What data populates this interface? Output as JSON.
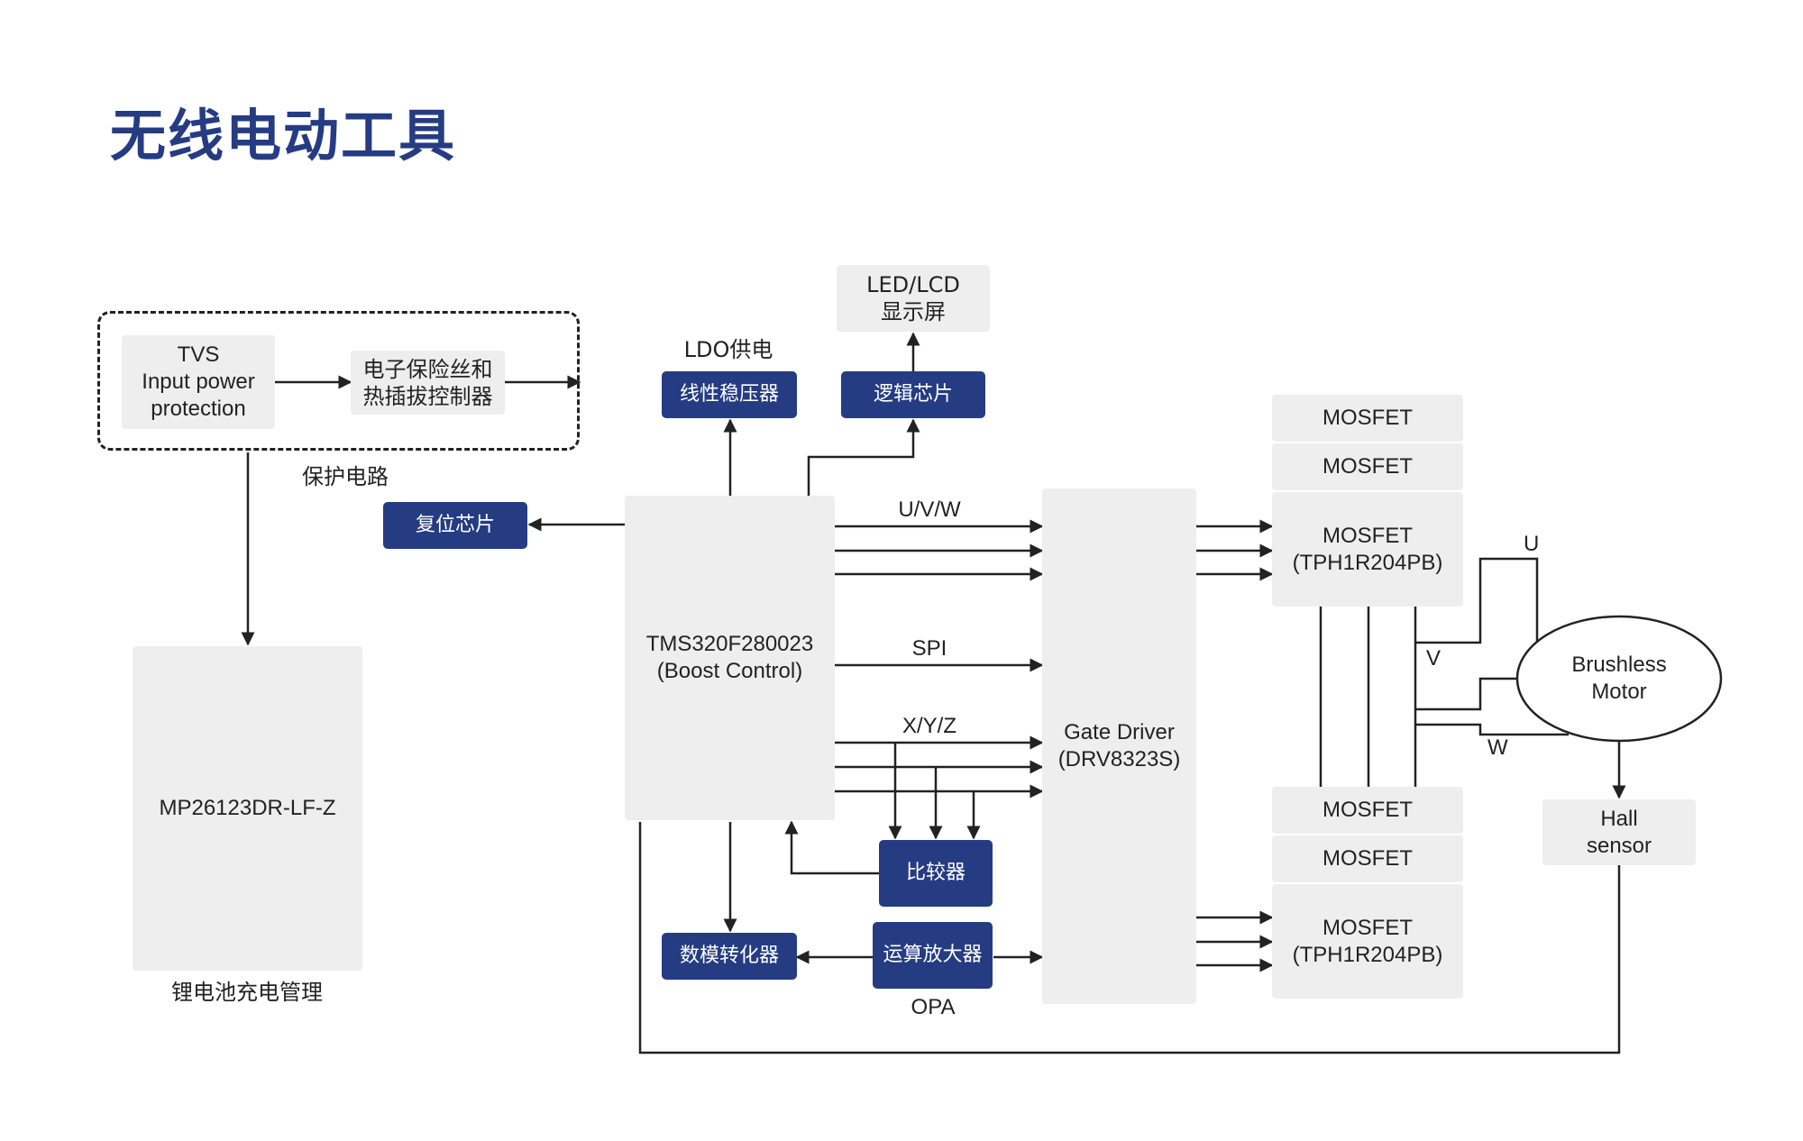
{
  "title": "无线电动工具",
  "colors": {
    "accent": "#253c83",
    "block": "#eeeeee",
    "line": "#222222"
  },
  "protection": {
    "tvs": [
      "TVS",
      "Input power",
      "protection"
    ],
    "fuse": [
      "电子保险丝和",
      "热插拔控制器"
    ],
    "label": "保护电路"
  },
  "charger": {
    "part": "MP26123DR-LF-Z",
    "label": "锂电池充电管理"
  },
  "reset_chip": "复位芯片",
  "ldo": {
    "label": "LDO供电",
    "block": "线性稳压器"
  },
  "display": [
    "LED/LCD",
    "显示屏"
  ],
  "logic_chip": "逻辑芯片",
  "mcu": [
    "TMS320F280023",
    "(Boost Control)"
  ],
  "buses": {
    "uvw": "U/V/W",
    "spi": "SPI",
    "xyz": "X/Y/Z"
  },
  "comparator": "比较器",
  "dac": "数模转化器",
  "opamp": {
    "block": "运算放大器",
    "label": "OPA"
  },
  "gate_driver": [
    "Gate Driver",
    "(DRV8323S)"
  ],
  "mosfets_top": [
    "MOSFET",
    "MOSFET"
  ],
  "mosfets_bottom": [
    "MOSFET",
    "MOSFET"
  ],
  "mosfet_main": [
    "MOSFET",
    "(TPH1R204PB)"
  ],
  "phases": {
    "u": "U",
    "v": "V",
    "w": "W"
  },
  "motor": [
    "Brushless",
    "Motor"
  ],
  "hall": [
    "Hall",
    "sensor"
  ]
}
